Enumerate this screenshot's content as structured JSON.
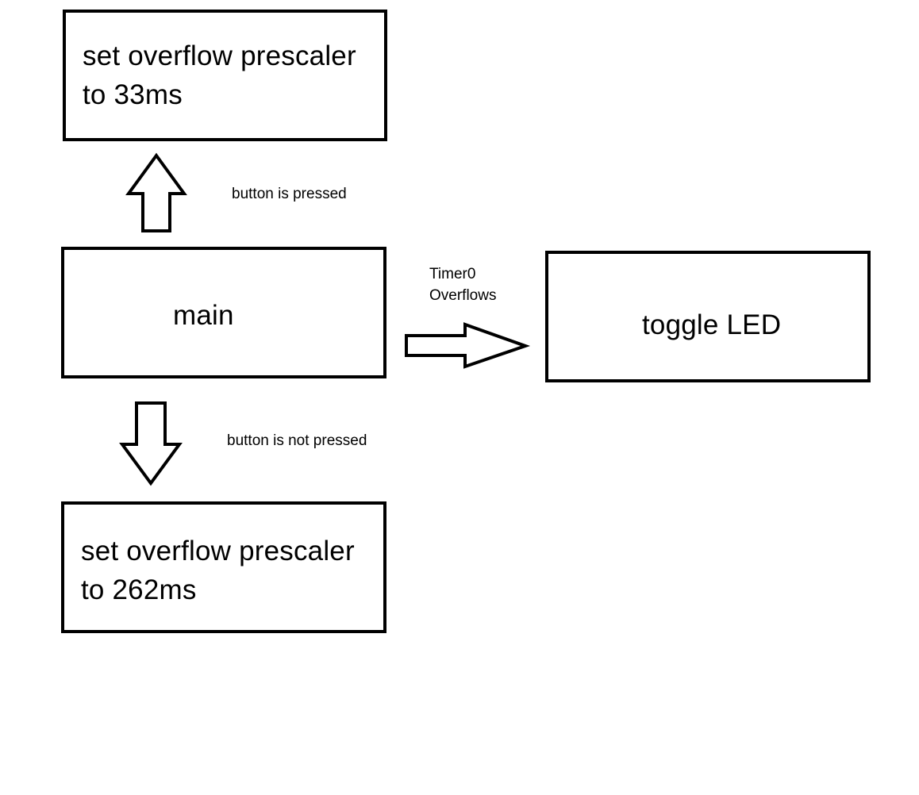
{
  "nodes": {
    "prescaler_33": {
      "line1": "set overflow prescaler",
      "line2": "to 33ms"
    },
    "main": {
      "label": "main"
    },
    "toggle_led": {
      "label": "toggle LED"
    },
    "prescaler_262": {
      "line1": "set overflow prescaler",
      "line2": "to 262ms"
    }
  },
  "edges": {
    "pressed": {
      "label": "button is pressed"
    },
    "not_pressed": {
      "label": "button is not pressed"
    },
    "overflow": {
      "line1": "Timer0",
      "line2": "Overflows"
    }
  },
  "colors": {
    "stroke": "#000000",
    "fill": "#ffffff"
  }
}
